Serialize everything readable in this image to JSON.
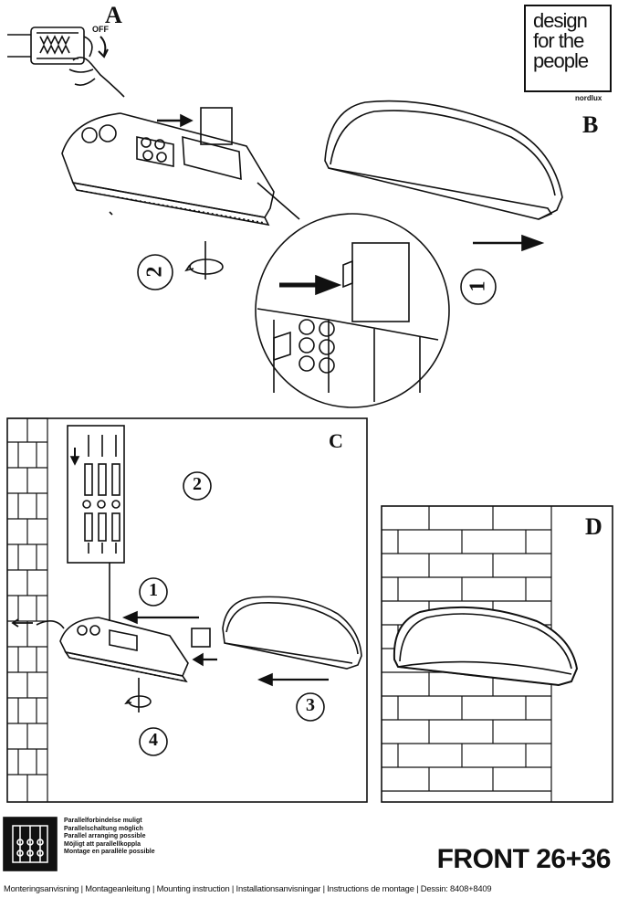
{
  "brand": {
    "line1": "design",
    "line2": "for the",
    "line3": "people",
    "sub": "nordlux"
  },
  "labels": {
    "a": "A",
    "b": "B",
    "c": "C",
    "d": "D",
    "off": "OFF"
  },
  "steps": {
    "b1": "1",
    "b2": "2",
    "c1": "1",
    "c2": "2",
    "c3": "3",
    "c4": "4"
  },
  "parallel_lines": [
    "Parallelforbindelse muligt",
    "Parallelschaltung möglich",
    "Parallel arranging possible",
    "Möjligt att parallellkoppla",
    "Montage en parallèle possible"
  ],
  "title": "FRONT 26+36",
  "footer": "Monteringsanvisning | Montageanleitung | Mounting instruction | Installationsanvisningar | Instructions de montage | Dessin: 8408+8409"
}
